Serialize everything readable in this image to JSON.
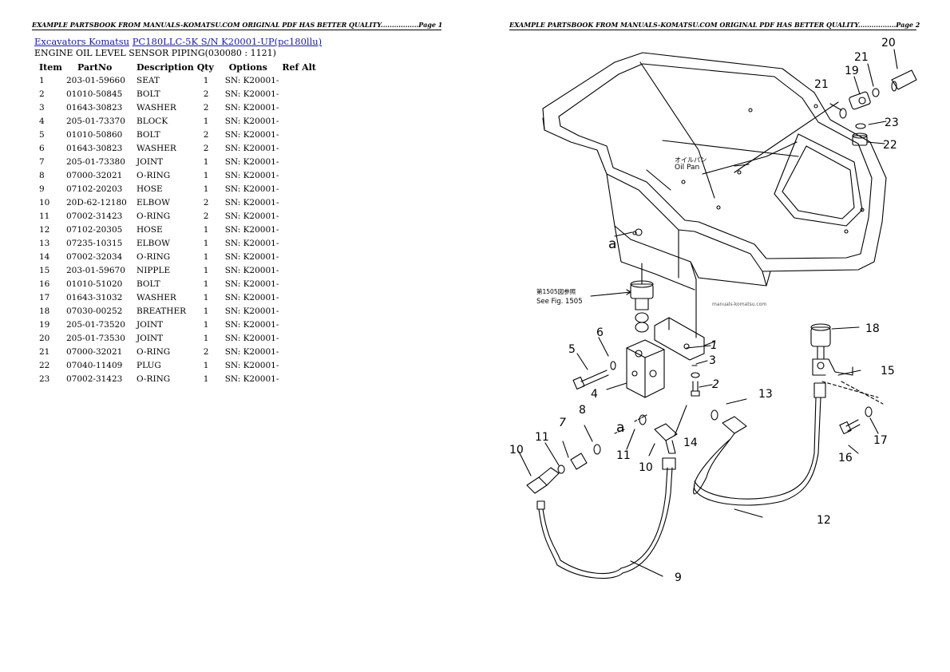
{
  "header": {
    "page1": "EXAMPLE PARTSBOOK FROM MANUALS-KOMATSU.COM ORIGINAL PDF HAS BETTER QUALITY.................Page 1",
    "page2": "EXAMPLE PARTSBOOK FROM MANUALS-KOMATSU.COM ORIGINAL PDF HAS BETTER QUALITY.................Page 2"
  },
  "breadcrumb": {
    "link1": "Excavators Komatsu",
    "link2": "PC180LLC-5K S/N K20001-UP(pc180llu)"
  },
  "subtitle": "ENGINE OIL LEVEL SENSOR PIPING(030080 : 1121)",
  "table": {
    "columns": [
      "Item",
      "PartNo",
      "Description",
      "Qty",
      "Options",
      "Ref Alt"
    ],
    "rows": [
      [
        "1",
        "203-01-59660",
        "SEAT",
        "1",
        "SN: K20001-",
        ""
      ],
      [
        "2",
        "01010-50845",
        "BOLT",
        "2",
        "SN: K20001-",
        ""
      ],
      [
        "3",
        "01643-30823",
        "WASHER",
        "2",
        "SN: K20001-",
        ""
      ],
      [
        "4",
        "205-01-73370",
        "BLOCK",
        "1",
        "SN: K20001-",
        ""
      ],
      [
        "5",
        "01010-50860",
        "BOLT",
        "2",
        "SN: K20001-",
        ""
      ],
      [
        "6",
        "01643-30823",
        "WASHER",
        "2",
        "SN: K20001-",
        ""
      ],
      [
        "7",
        "205-01-73380",
        "JOINT",
        "1",
        "SN: K20001-",
        ""
      ],
      [
        "8",
        "07000-32021",
        "O-RING",
        "1",
        "SN: K20001-",
        ""
      ],
      [
        "9",
        "07102-20203",
        "HOSE",
        "1",
        "SN: K20001-",
        ""
      ],
      [
        "10",
        "20D-62-12180",
        "ELBOW",
        "2",
        "SN: K20001-",
        ""
      ],
      [
        "11",
        "07002-31423",
        "O-RING",
        "2",
        "SN: K20001-",
        ""
      ],
      [
        "12",
        "07102-20305",
        "HOSE",
        "1",
        "SN: K20001-",
        ""
      ],
      [
        "13",
        "07235-10315",
        "ELBOW",
        "1",
        "SN: K20001-",
        ""
      ],
      [
        "14",
        "07002-32034",
        "O-RING",
        "1",
        "SN: K20001-",
        ""
      ],
      [
        "15",
        "203-01-59670",
        "NIPPLE",
        "1",
        "SN: K20001-",
        ""
      ],
      [
        "16",
        "01010-51020",
        "BOLT",
        "1",
        "SN: K20001-",
        ""
      ],
      [
        "17",
        "01643-31032",
        "WASHER",
        "1",
        "SN: K20001-",
        ""
      ],
      [
        "18",
        "07030-00252",
        "BREATHER",
        "1",
        "SN: K20001-",
        ""
      ],
      [
        "19",
        "205-01-73520",
        "JOINT",
        "1",
        "SN: K20001-",
        ""
      ],
      [
        "20",
        "205-01-73530",
        "JOINT",
        "1",
        "SN: K20001-",
        ""
      ],
      [
        "21",
        "07000-32021",
        "O-RING",
        "2",
        "SN: K20001-",
        ""
      ],
      [
        "22",
        "07040-11409",
        "PLUG",
        "1",
        "SN: K20001-",
        ""
      ],
      [
        "23",
        "07002-31423",
        "O-RING",
        "1",
        "SN: K20001-",
        ""
      ]
    ]
  },
  "diagram": {
    "oil_pan_jp": "オイルパン",
    "oil_pan": "Oil Pan",
    "see_fig_jp": "第1505図参照",
    "see_fig": "See Fig. 1505",
    "watermark": "manuals-komatsu.com",
    "callouts": {
      "c1": "1",
      "c2": "2",
      "c3": "3",
      "c4": "4",
      "c5": "5",
      "c6": "6",
      "c7": "7",
      "c8": "8",
      "c9": "9",
      "c10a": "10",
      "c10b": "10",
      "c11a": "11",
      "c11b": "11",
      "c12": "12",
      "c13": "13",
      "c14": "14",
      "c15": "15",
      "c16": "16",
      "c17": "17",
      "c18": "18",
      "c19": "19",
      "c20": "20",
      "c21a": "21",
      "c21b": "21",
      "c22": "22",
      "c23": "23",
      "a1": "a",
      "a2": "a"
    }
  }
}
